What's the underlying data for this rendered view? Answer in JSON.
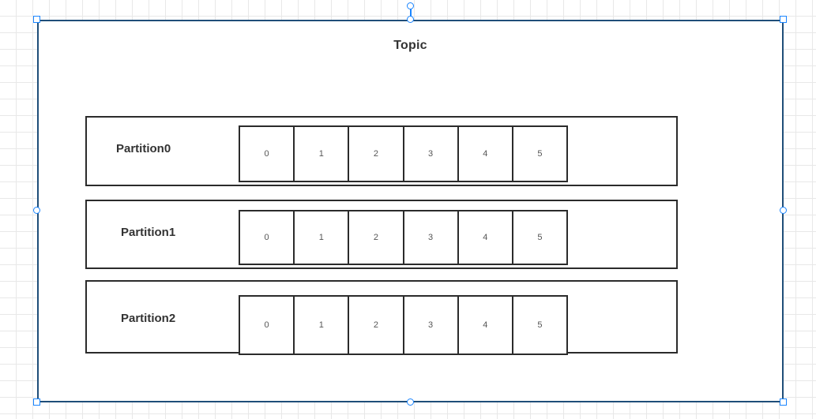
{
  "canvas": {
    "background_color": "#ffffff",
    "grid_color": "#e8e8e8"
  },
  "selection": {
    "outline_color": "#1f4e79",
    "handle_color": "#1a85ff",
    "handles": [
      {
        "name": "handle-nw",
        "shape": "square"
      },
      {
        "name": "handle-n",
        "shape": "circle"
      },
      {
        "name": "handle-ne",
        "shape": "square"
      },
      {
        "name": "handle-w",
        "shape": "circle"
      },
      {
        "name": "handle-e",
        "shape": "circle"
      },
      {
        "name": "handle-sw",
        "shape": "square"
      },
      {
        "name": "handle-s",
        "shape": "circle"
      },
      {
        "name": "handle-se",
        "shape": "square"
      },
      {
        "name": "handle-rotate",
        "shape": "circle"
      }
    ]
  },
  "shape": {
    "title": "Topic",
    "title_color": "#333333",
    "border_color": "#2b2b2b",
    "partitions": [
      {
        "label": "Partition0",
        "offsets": [
          "0",
          "1",
          "2",
          "3",
          "4",
          "5"
        ]
      },
      {
        "label": "Partition1",
        "offsets": [
          "0",
          "1",
          "2",
          "3",
          "4",
          "5"
        ]
      },
      {
        "label": "Partition2",
        "offsets": [
          "0",
          "1",
          "2",
          "3",
          "4",
          "5"
        ]
      }
    ]
  }
}
